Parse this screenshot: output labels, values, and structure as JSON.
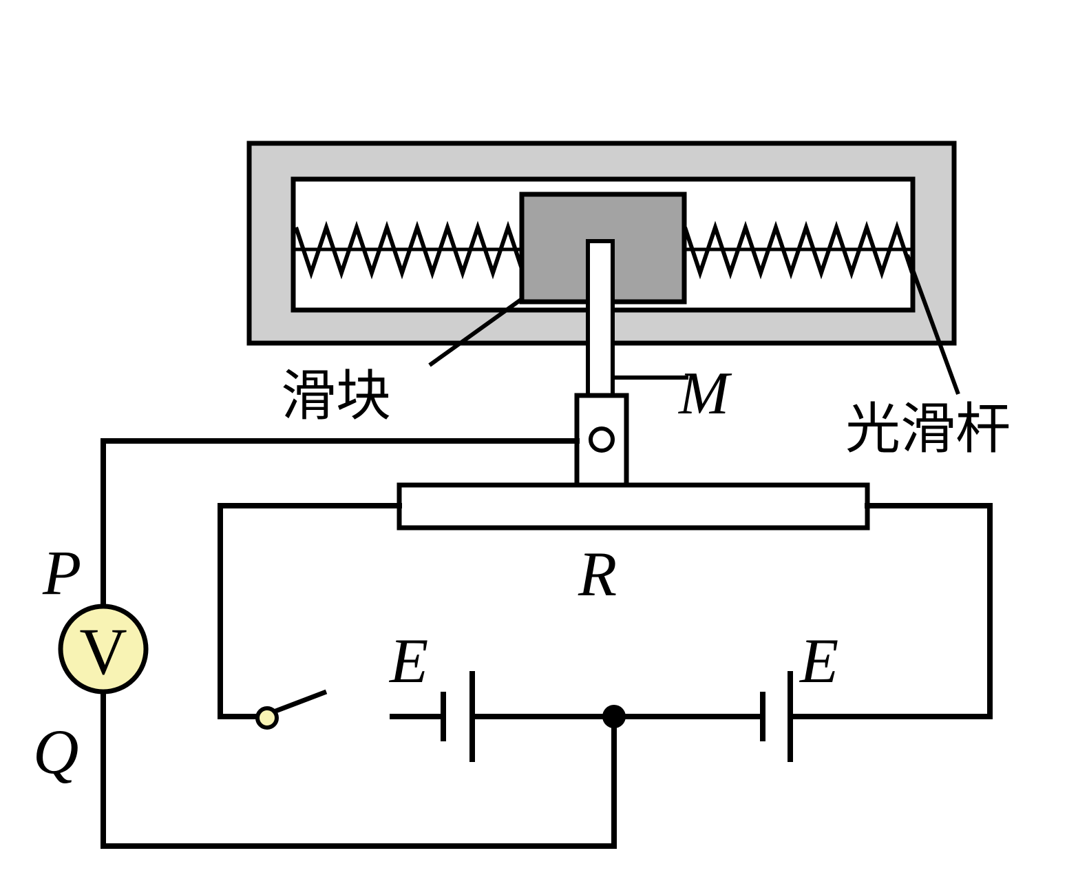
{
  "labels": {
    "slider": "滑块",
    "smooth_rod": "光滑杆",
    "point_m": "M",
    "resistor": "R",
    "point_p": "P",
    "point_q": "Q",
    "battery_left": "E",
    "battery_right": "E",
    "voltmeter": "V"
  },
  "colors": {
    "frame_fill": "#cfcfcf",
    "slider_fill": "#a3a3a3",
    "voltmeter_fill": "#f8f3b4",
    "switch_contact_fill": "#f8f3b4",
    "line": "#000000"
  }
}
